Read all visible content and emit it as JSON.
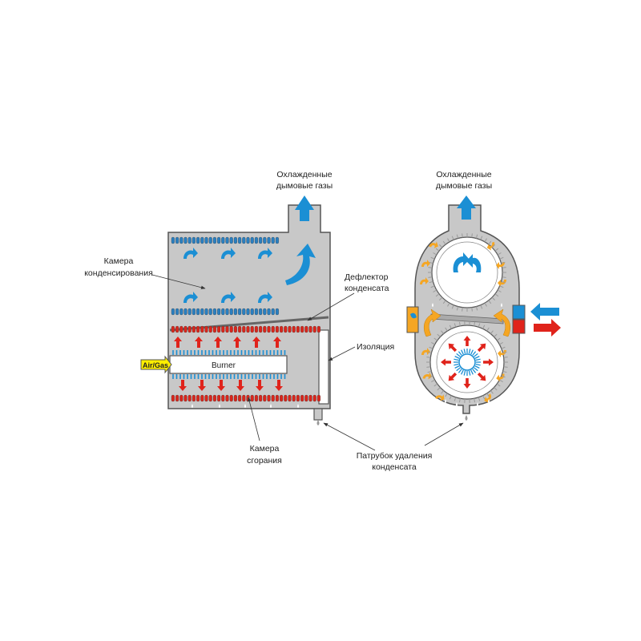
{
  "labels": {
    "flue_left_1": "Охлажденные",
    "flue_left_2": "дымовые газы",
    "flue_right_1": "Охлажденные",
    "flue_right_2": "дымовые газы",
    "cond_chamber_1": "Камера",
    "cond_chamber_2": "конденсирования",
    "deflector_1": "Дефлектор",
    "deflector_2": "конденсата",
    "insulation": "Изоляция",
    "combustion_1": "Камера",
    "combustion_2": "сгорания",
    "drain_1": "Патрубок удаления",
    "drain_2": "конденсата",
    "burner": "Burner",
    "air_gas": "Air/Gas"
  },
  "colors": {
    "body": "#c8c8c8",
    "outline": "#555555",
    "blue": "#1b8fd4",
    "red": "#e0231b",
    "orange": "#f5a623",
    "yellow": "#ffee00",
    "tube_blue": "#2a7fc0",
    "tube_red": "#d9261c"
  }
}
